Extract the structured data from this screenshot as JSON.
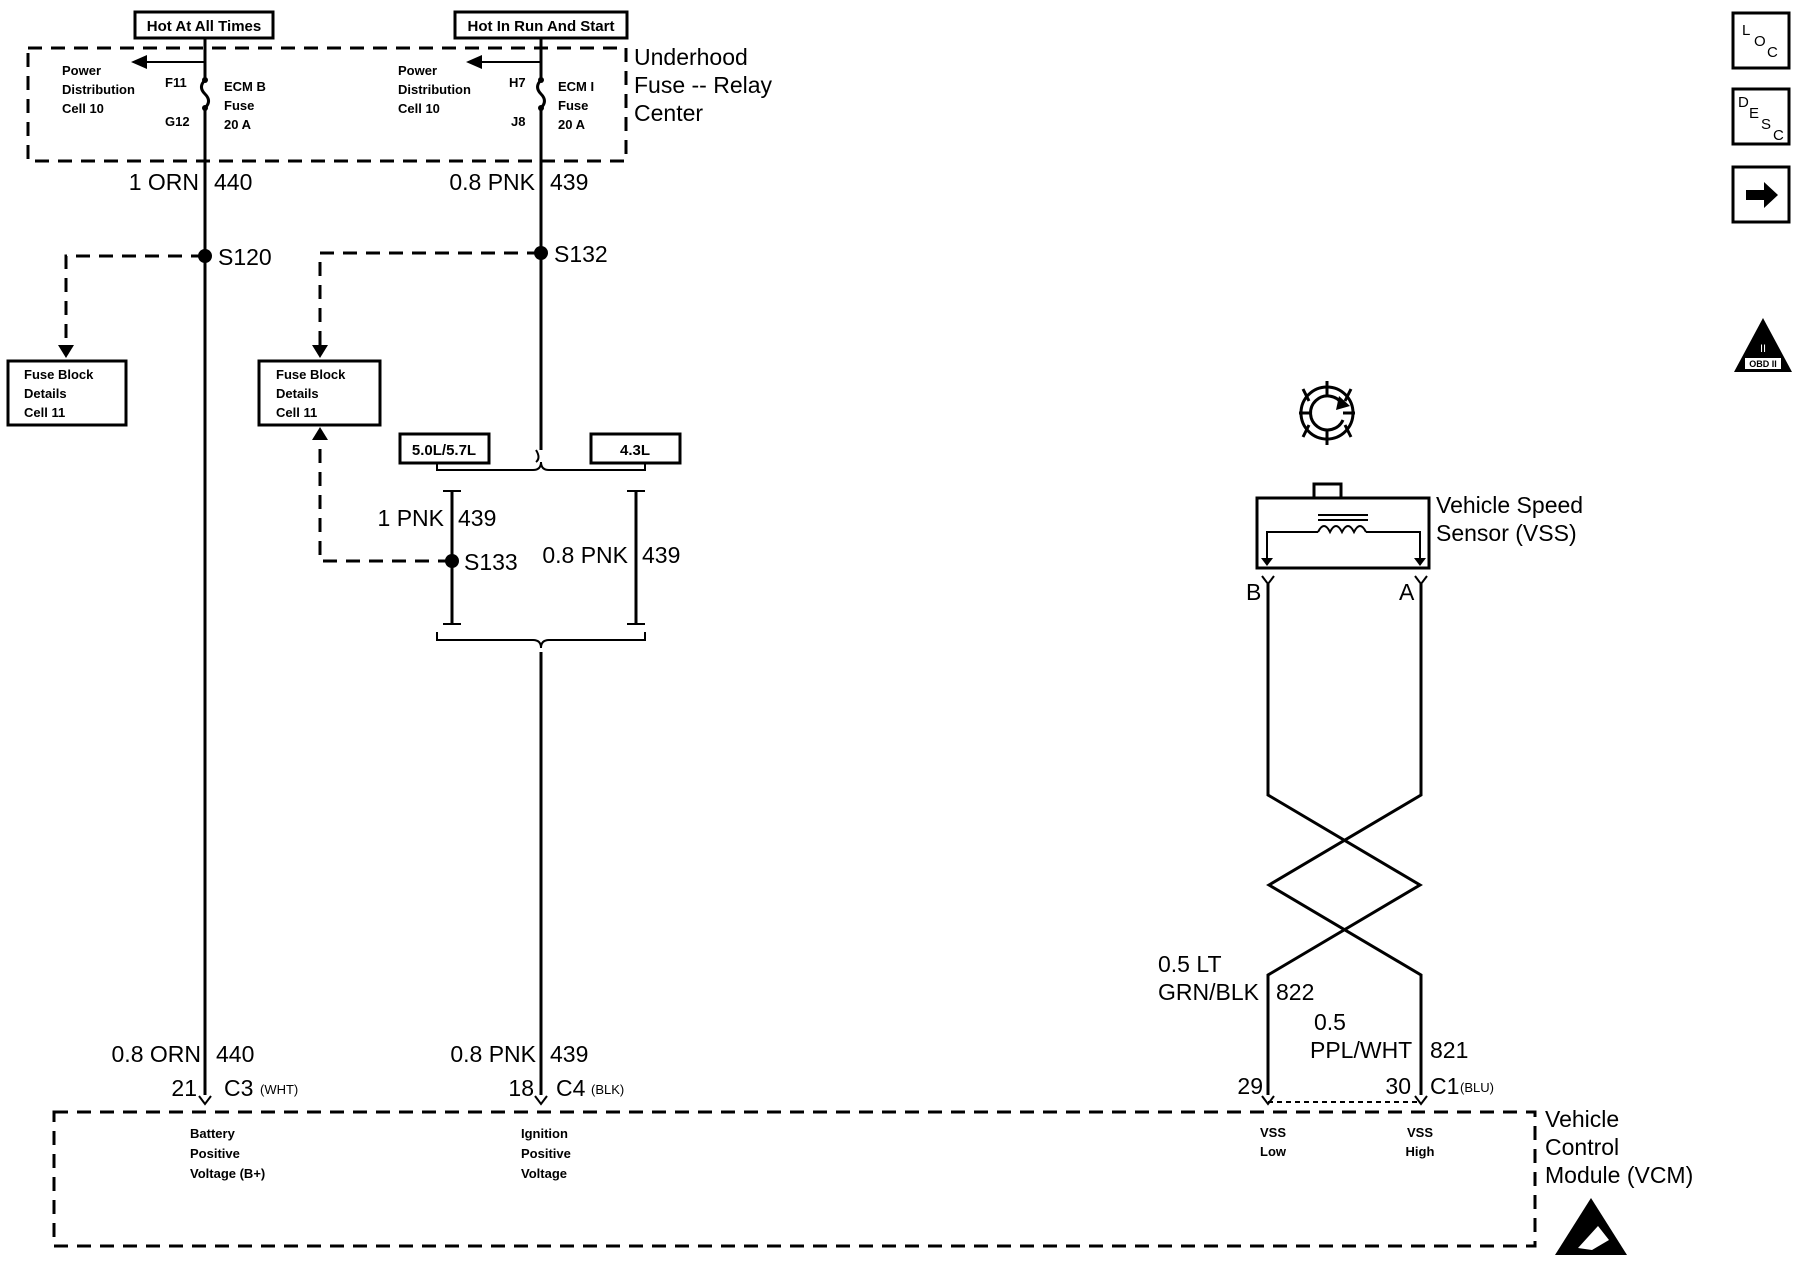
{
  "power": {
    "hot_all_times": "Hot At All Times",
    "hot_run_start": "Hot In Run And Start"
  },
  "fuse_center": {
    "title": [
      "Underhood",
      "Fuse -- Relay",
      "Center"
    ],
    "left": {
      "dist": [
        "Power",
        "Distribution",
        "Cell 10"
      ],
      "pin_top": "F11",
      "pin_bottom": "G12",
      "fuse": [
        "ECM B",
        "Fuse",
        "20 A"
      ]
    },
    "right": {
      "dist": [
        "Power",
        "Distribution",
        "Cell 10"
      ],
      "pin_top": "H7",
      "pin_bottom": "J8",
      "fuse": [
        "ECM I",
        "Fuse",
        "20 A"
      ]
    }
  },
  "wires": {
    "w440_top": {
      "gauge": "1 ORN",
      "circuit": "440"
    },
    "w439_top": {
      "gauge": "0.8 PNK",
      "circuit": "439"
    },
    "w439_a": {
      "gauge": "1 PNK",
      "circuit": "439"
    },
    "w439_b": {
      "gauge": "0.8 PNK",
      "circuit": "439"
    },
    "w440_bot": {
      "gauge": "0.8 ORN",
      "circuit": "440"
    },
    "w439_bot": {
      "gauge": "0.8 PNK",
      "circuit": "439"
    },
    "w822": {
      "gauge_line1": "0.5 LT",
      "gauge_line2": "GRN/BLK",
      "circuit": "822"
    },
    "w821": {
      "gauge_line1": "0.5",
      "gauge_line2": "PPL/WHT",
      "circuit": "821"
    }
  },
  "splices": {
    "s120": "S120",
    "s132": "S132",
    "s133": "S133"
  },
  "fuse_block": {
    "left": [
      "Fuse Block",
      "Details",
      "Cell 11"
    ],
    "right": [
      "Fuse Block",
      "Details",
      "Cell 11"
    ]
  },
  "engine_options": {
    "opt1": "5.0L/5.7L",
    "opt2": "4.3L"
  },
  "vss": {
    "title": [
      "Vehicle Speed",
      "Sensor (VSS)"
    ],
    "pin_b": "B",
    "pin_a": "A"
  },
  "connectors": {
    "c3": {
      "pin": "21",
      "name": "C3",
      "color": "(WHT)"
    },
    "c4": {
      "pin": "18",
      "name": "C4",
      "color": "(BLK)"
    },
    "c1_low": {
      "pin": "29"
    },
    "c1_high": {
      "pin": "30",
      "name": "C1",
      "color": "(BLU)"
    }
  },
  "vcm": {
    "title": [
      "Vehicle",
      "Control",
      "Module (VCM)"
    ],
    "battery": [
      "Battery",
      "Positive",
      "Voltage (B+)"
    ],
    "ignition": [
      "Ignition",
      "Positive",
      "Voltage"
    ],
    "vss_low": [
      "VSS",
      "Low"
    ],
    "vss_high": [
      "VSS",
      "High"
    ]
  },
  "side_icons": {
    "loc": [
      "L",
      "O",
      "C"
    ],
    "desc": [
      "D",
      "E",
      "S",
      "C"
    ],
    "arrow_icon": "right-arrow-icon",
    "obd_badge": [
      "II",
      "OBD II"
    ]
  }
}
